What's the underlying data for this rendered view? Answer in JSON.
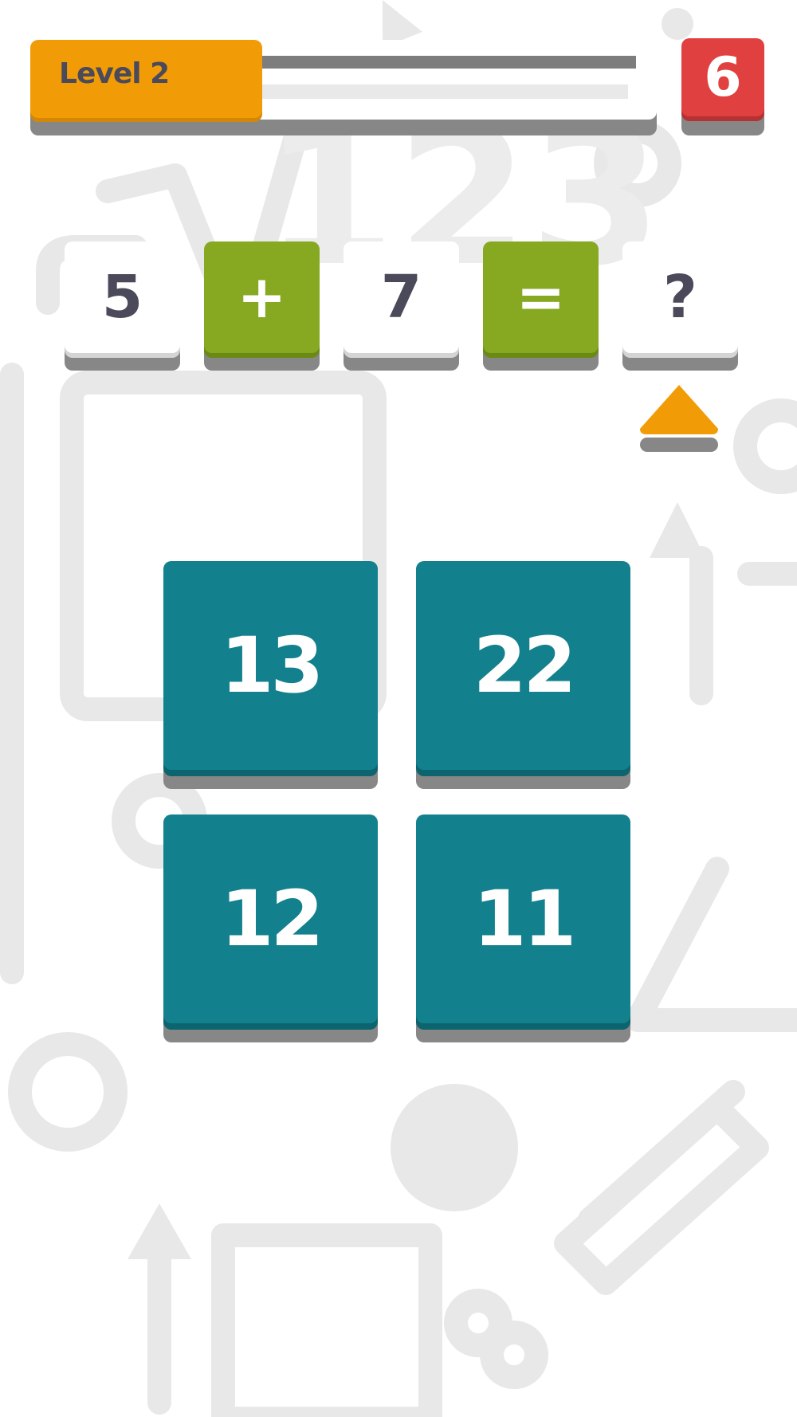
{
  "header": {
    "level_label": "Level 2",
    "level_progress": 0.37,
    "timer_value": "6"
  },
  "equation": {
    "operand_a": "5",
    "operator": "+",
    "operand_b": "7",
    "equals": "=",
    "result": "?"
  },
  "answers": [
    "13",
    "22",
    "12",
    "11"
  ],
  "colors": {
    "background": "#ffffff",
    "background_icons": "#e6e6e6",
    "progress_fill": "#f19c07",
    "timer": "#e04040",
    "operator_tile": "#87a922",
    "answer_tile": "#12818d",
    "text_dark": "#4a4a5a",
    "shadow": "#878787"
  },
  "icons": {
    "pointer": "triangle-up-icon"
  }
}
